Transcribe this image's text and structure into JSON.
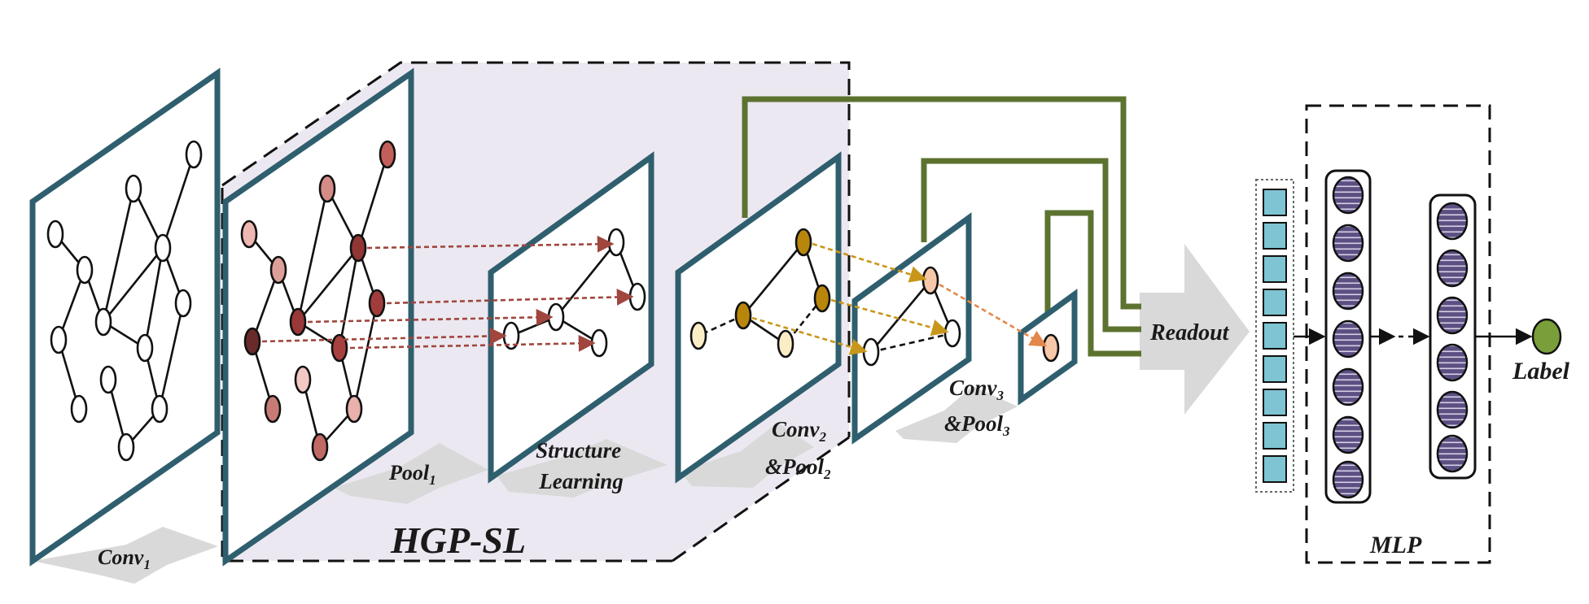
{
  "labels": {
    "conv1": "Conv",
    "conv1_sub": "1",
    "pool1": "Pool",
    "pool1_sub": "1",
    "structure_learning_1": "Structure",
    "structure_learning_2": "Learning",
    "hgpsl": "HGP-SL",
    "conv2": "Conv",
    "conv2_sub": "2",
    "pool2": "&Pool",
    "pool2_sub": "2",
    "conv3": "Conv",
    "conv3_sub": "3",
    "pool3": "&Pool",
    "pool3_sub": "3",
    "readout": "Readout",
    "mlp": "MLP",
    "label": "Label"
  },
  "colors": {
    "panel_border": "#2f5f6e",
    "hgpsl_box": "#ece8f1",
    "readout_lines": "#5c7330",
    "pool1_arrows": "#a0463e",
    "pool2_arrows": "#c8961a",
    "pool3_arrow": "#e3874a",
    "feature_cell": "#7ec4d2",
    "mlp_neuron": "#5c4f82",
    "label_node": "#7a9e3a"
  },
  "icons": [
    "feature-vector-icon",
    "mlp-neuron-icon",
    "label-node-icon"
  ]
}
